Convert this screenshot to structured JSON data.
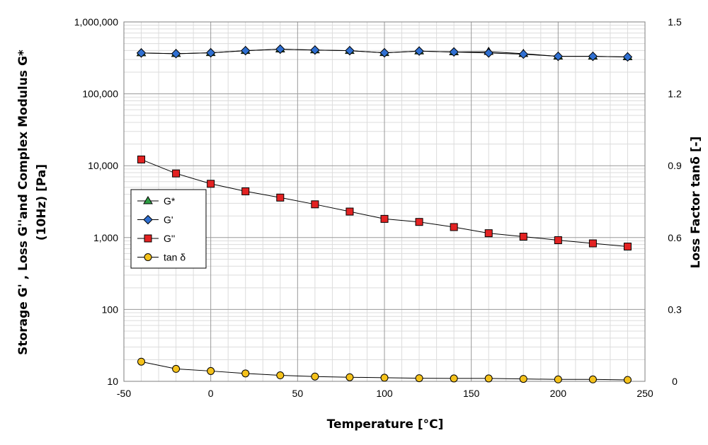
{
  "chart_data": {
    "type": "line",
    "xlabel": "Temperature [°C]",
    "ylabel_line1": "Storage  G' , Loss G''and  Complex Modulus G*",
    "ylabel_line2": "(10Hz) [Pa]",
    "y2label": "Loss Factor tanδ [-]",
    "xlim": [
      -50,
      250
    ],
    "ylim": [
      10,
      1000000
    ],
    "yscale": "log",
    "y2lim": [
      0,
      1.5
    ],
    "grid": true,
    "legend_position": "left-middle",
    "x_ticks": [
      "-50",
      "0",
      "50",
      "100",
      "150",
      "200",
      "250"
    ],
    "y_ticks": [
      "10",
      "100",
      "1,000",
      "10,000",
      "100,000",
      "1,000,000"
    ],
    "y2_ticks": [
      "0",
      "0.3",
      "0.6",
      "0.9",
      "1.2",
      "1.5"
    ],
    "x": [
      -40,
      -20,
      0,
      20,
      40,
      60,
      80,
      100,
      120,
      140,
      160,
      180,
      200,
      220,
      240
    ],
    "series": [
      {
        "name": "G*",
        "axis": "left",
        "marker": "triangle",
        "color": "#2e9e44",
        "values": [
          370000,
          362000,
          372000,
          398000,
          418000,
          406000,
          398000,
          372000,
          393000,
          382000,
          386000,
          362000,
          332000,
          332000,
          326000
        ]
      },
      {
        "name": "G'",
        "axis": "left",
        "marker": "diamond",
        "color": "#2f6fd1",
        "values": [
          370000,
          362000,
          372000,
          398000,
          418000,
          406000,
          398000,
          372000,
          393000,
          382000,
          370000,
          356000,
          332000,
          332000,
          326000
        ]
      },
      {
        "name": "G''",
        "axis": "left",
        "marker": "square",
        "color": "#e32222",
        "values": [
          12200,
          7800,
          5600,
          4400,
          3600,
          2900,
          2300,
          1820,
          1650,
          1400,
          1150,
          1030,
          920,
          830,
          750
        ]
      },
      {
        "name": "tan δ",
        "axis": "right",
        "marker": "circle",
        "color": "#f5c21b",
        "values": [
          0.082,
          0.052,
          0.043,
          0.033,
          0.025,
          0.02,
          0.017,
          0.015,
          0.013,
          0.012,
          0.012,
          0.01,
          0.008,
          0.008,
          0.006
        ]
      }
    ]
  }
}
